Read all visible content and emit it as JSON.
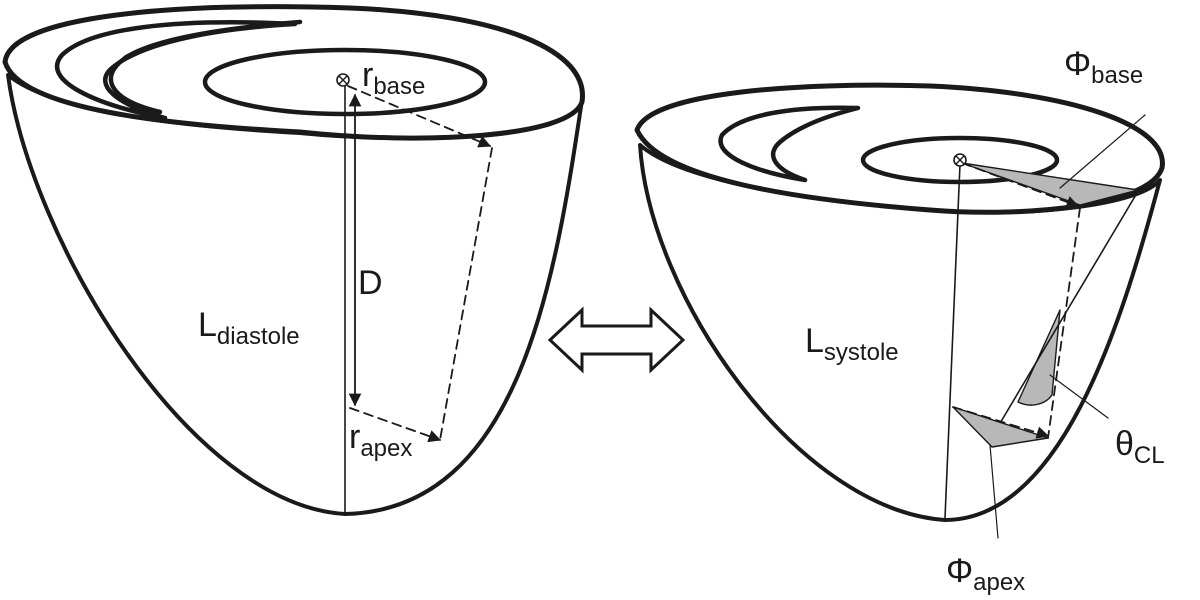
{
  "labels": {
    "l_diastole": {
      "main": "L",
      "sub": "diastole"
    },
    "l_systole": {
      "main": "L",
      "sub": "systole"
    },
    "r_base": {
      "main": "r",
      "sub": "base"
    },
    "r_apex": {
      "main": "r",
      "sub": "apex"
    },
    "d": {
      "main": "D"
    },
    "phi_base": {
      "main": "Φ",
      "sub": "base"
    },
    "phi_apex": {
      "main": "Φ",
      "sub": "apex"
    },
    "theta_cl": {
      "main": "θ",
      "sub": "CL"
    }
  },
  "colors": {
    "stroke": "#1a1a1a",
    "shade": "#b8b8b8",
    "background": "#ffffff"
  },
  "icons": {
    "center_marker": "circled-x-icon",
    "exchange_arrow": "double-headed-arrow-icon"
  }
}
